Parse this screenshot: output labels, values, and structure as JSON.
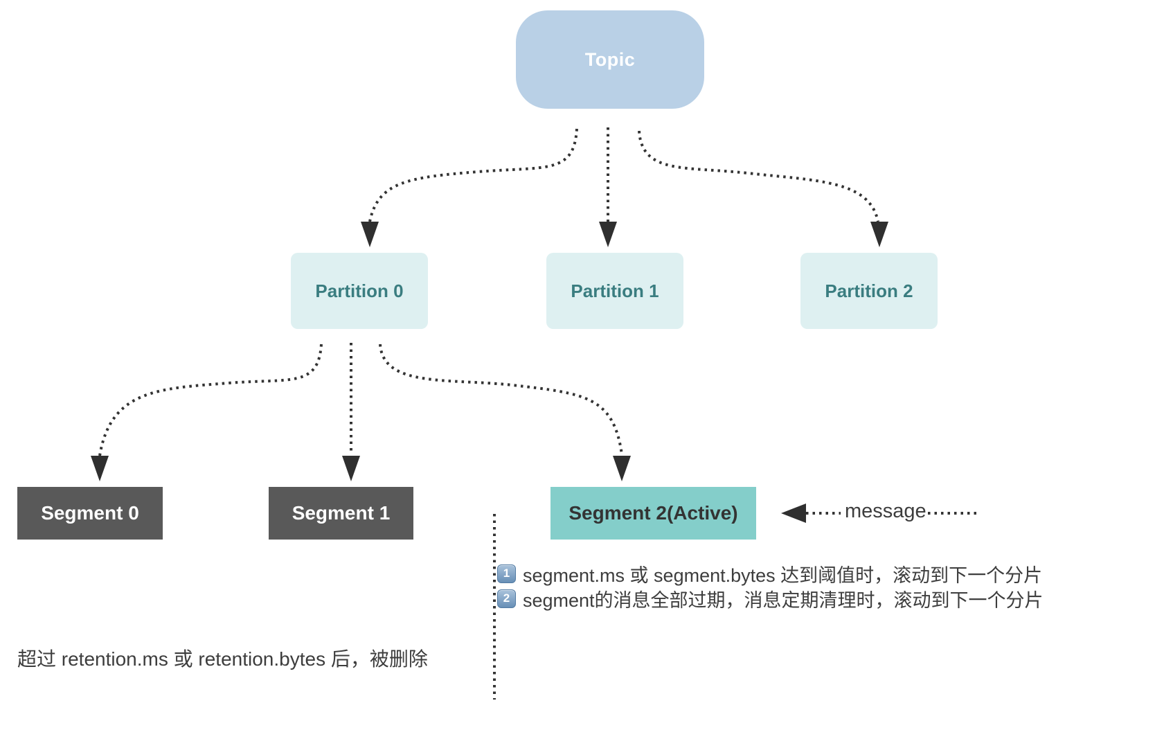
{
  "diagram": {
    "topic": {
      "label": "Topic"
    },
    "partitions": [
      {
        "label": "Partition 0"
      },
      {
        "label": "Partition 1"
      },
      {
        "label": "Partition 2"
      }
    ],
    "segments": [
      {
        "label": "Segment 0"
      },
      {
        "label": "Segment 1"
      },
      {
        "label": "Segment 2(Active)"
      }
    ],
    "message_label": "message",
    "notes": [
      {
        "badge": "1",
        "text": "segment.ms 或 segment.bytes 达到阈值时，滚动到下一个分片"
      },
      {
        "badge": "2",
        "text": "segment的消息全部过期，消息定期清理时，滚动到下一个分片"
      }
    ],
    "retention_note": "超过 retention.ms 或 retention.bytes 后，被删除",
    "colors": {
      "topic_bg": "#b9d0e6",
      "partition_bg": "#def0f1",
      "partition_text": "#3a7d80",
      "segment_bg": "#595959",
      "segment_active_bg": "#84ceca",
      "arrow": "#333333",
      "note_text": "#3d3d3d",
      "badge_bg": "#678fb6"
    }
  }
}
